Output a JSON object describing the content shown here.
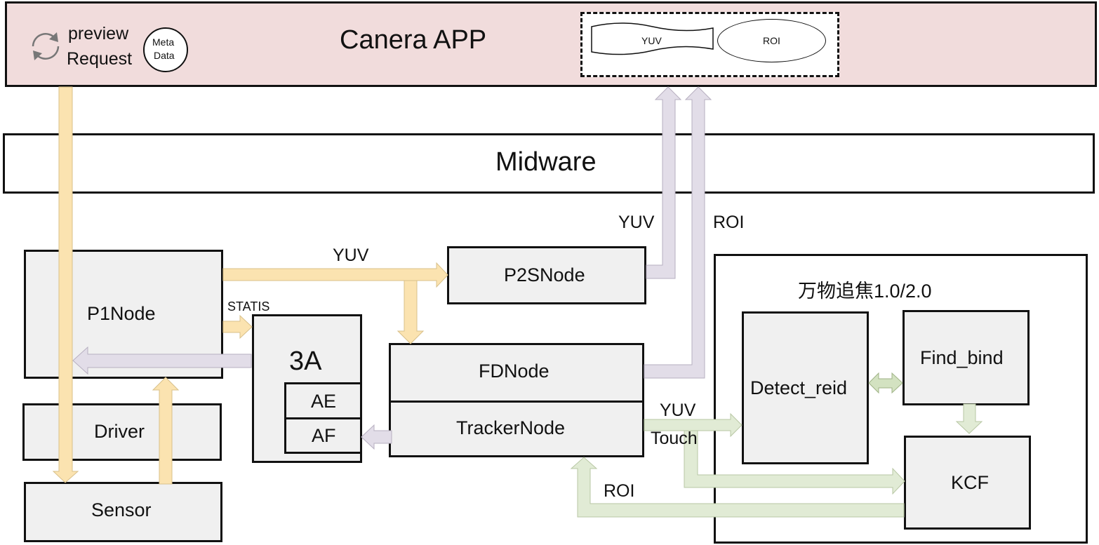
{
  "app_bar": {
    "title": "Canera APP",
    "preview_line1": "preview",
    "preview_line2": "Request",
    "meta_line1": "Meta",
    "meta_line2": "Data",
    "yuv_label": "YUV",
    "roi_label": "ROI"
  },
  "midware": {
    "label": "Midware"
  },
  "nodes": {
    "p1node": "P1Node",
    "driver": "Driver",
    "sensor": "Sensor",
    "three_a": "3A",
    "ae": "AE",
    "af": "AF",
    "p2snode": "P2SNode",
    "fdnode": "FDNode",
    "trackernode": "TrackerNode"
  },
  "tracking_group": {
    "title": "万物追焦1.0/2.0",
    "detect_reid": "Detect_reid",
    "find_bind": "Find_bind",
    "kcf": "KCF"
  },
  "edge_labels": {
    "yuv_p1_p2s": "YUV",
    "statis": "STATIS",
    "yuv_up": "YUV",
    "roi_up": "ROI",
    "yuv_tracker": "YUV",
    "touch": "Touch",
    "roi_bottom": "ROI"
  },
  "colors": {
    "app_bar_bg": "#f1dcdc",
    "yellow_arrow": "#fbe3b0",
    "purple_arrow": "#e2dde8",
    "green_arrow": "#e1ebd5",
    "box_fill": "#f0f0f0"
  }
}
